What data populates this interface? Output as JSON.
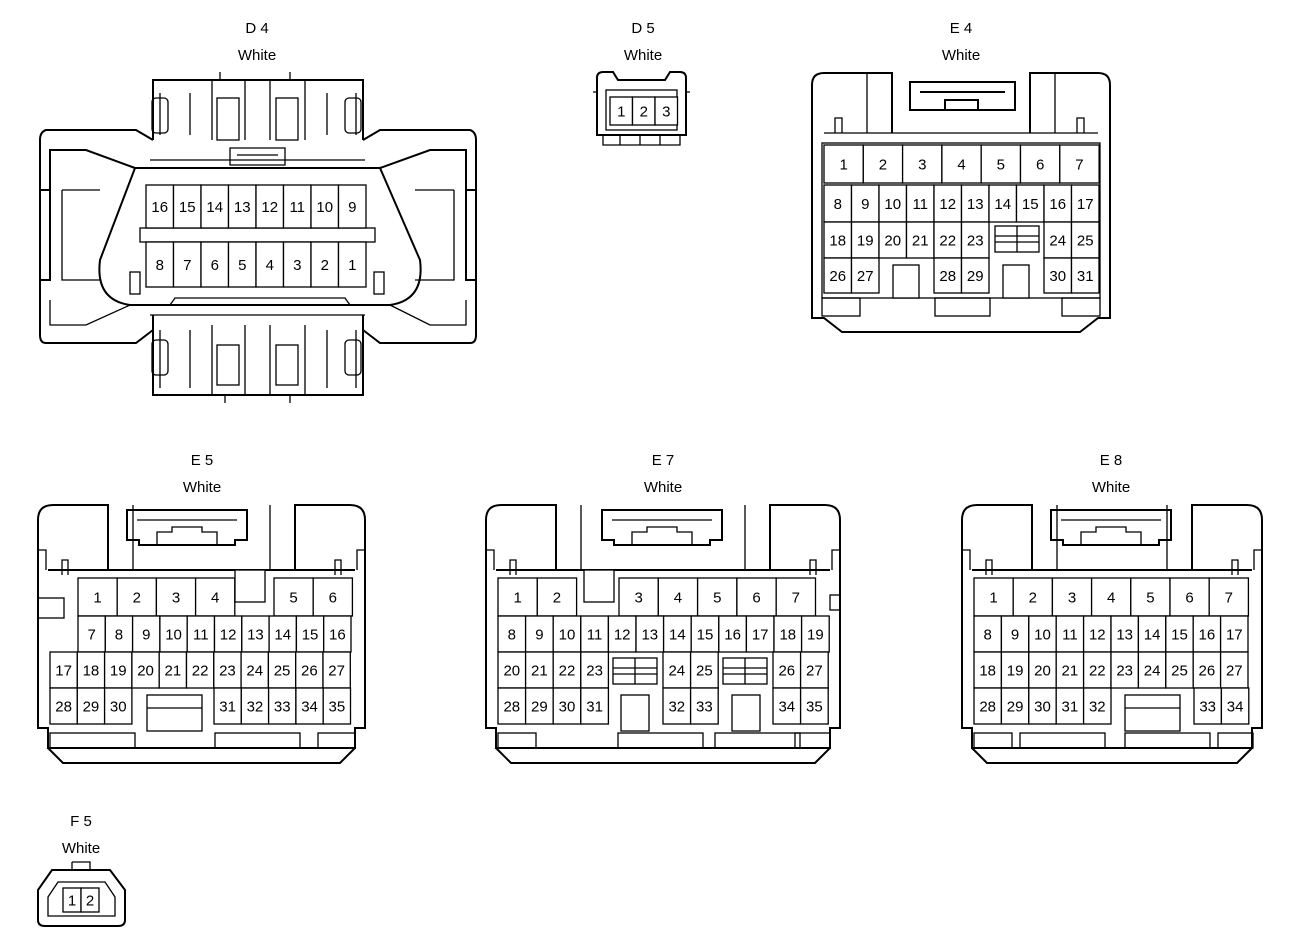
{
  "connectors": [
    {
      "id": "D4",
      "title": "D 4",
      "color": "White",
      "rows": [
        [
          "16",
          "15",
          "14",
          "13",
          "12",
          "11",
          "10",
          "9"
        ],
        [
          "8",
          "7",
          "6",
          "5",
          "4",
          "3",
          "2",
          "1"
        ]
      ]
    },
    {
      "id": "D5",
      "title": "D 5",
      "color": "White",
      "rows": [
        [
          "1",
          "2",
          "3"
        ]
      ]
    },
    {
      "id": "E4",
      "title": "E 4",
      "color": "White",
      "rows": [
        [
          "1",
          "2",
          "3",
          "4",
          "5",
          "6",
          "7"
        ],
        [
          "8",
          "9",
          "10",
          "11",
          "12",
          "13",
          "14",
          "15",
          "16",
          "17"
        ],
        [
          "18",
          "19",
          "20",
          "21",
          "22",
          "23",
          "24",
          "25"
        ],
        [
          "26",
          "27",
          "28",
          "29",
          "30",
          "31"
        ]
      ]
    },
    {
      "id": "E5",
      "title": "E 5",
      "color": "White",
      "rows": [
        [
          "1",
          "2",
          "3",
          "4",
          "5",
          "6"
        ],
        [
          "7",
          "8",
          "9",
          "10",
          "11",
          "12",
          "13",
          "14",
          "15",
          "16"
        ],
        [
          "17",
          "18",
          "19",
          "20",
          "21",
          "22",
          "23",
          "24",
          "25",
          "26",
          "27"
        ],
        [
          "28",
          "29",
          "30",
          "31",
          "32",
          "33",
          "34",
          "35"
        ]
      ]
    },
    {
      "id": "E7",
      "title": "E 7",
      "color": "White",
      "rows": [
        [
          "1",
          "2",
          "3",
          "4",
          "5",
          "6",
          "7"
        ],
        [
          "8",
          "9",
          "10",
          "11",
          "12",
          "13",
          "14",
          "15",
          "16",
          "17",
          "18",
          "19"
        ],
        [
          "20",
          "21",
          "22",
          "23",
          "24",
          "25",
          "26",
          "27"
        ],
        [
          "28",
          "29",
          "30",
          "31",
          "32",
          "33",
          "34",
          "35"
        ]
      ]
    },
    {
      "id": "E8",
      "title": "E 8",
      "color": "White",
      "rows": [
        [
          "1",
          "2",
          "3",
          "4",
          "5",
          "6",
          "7"
        ],
        [
          "8",
          "9",
          "10",
          "11",
          "12",
          "13",
          "14",
          "15",
          "16",
          "17"
        ],
        [
          "18",
          "19",
          "20",
          "21",
          "22",
          "23",
          "24",
          "25",
          "26",
          "27"
        ],
        [
          "28",
          "29",
          "30",
          "31",
          "32",
          "33",
          "34"
        ]
      ]
    },
    {
      "id": "F5",
      "title": "F 5",
      "color": "White",
      "rows": [
        [
          "1",
          "2"
        ]
      ]
    }
  ]
}
